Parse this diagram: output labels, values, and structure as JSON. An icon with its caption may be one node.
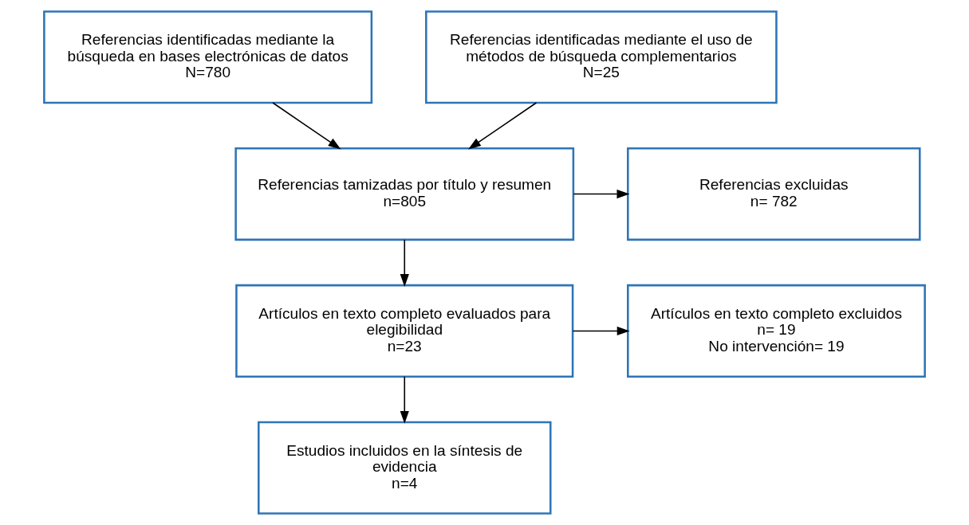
{
  "diagram": {
    "nodes": [
      {
        "text": [
          "Referencias identificadas mediante la búsqueda en bases electrónicas de datos",
          "N=780"
        ]
      },
      {
        "text": [
          "Referencias identificadas mediante el uso de métodos de búsqueda complementarios",
          "N=25"
        ]
      },
      {
        "text": [
          "Referencias tamizadas por título y resumen",
          "n=805"
        ]
      },
      {
        "text": [
          "Referencias excluidas",
          "n= 782"
        ]
      },
      {
        "text": [
          "Artículos en texto completo evaluados para elegibilidad",
          "n=23"
        ]
      },
      {
        "text": [
          "Artículos en texto completo excluidos",
          "n= 19",
          "No intervención= 19"
        ]
      },
      {
        "text": [
          "Estudios incluidos en la síntesis de evidencia",
          "n=4"
        ]
      }
    ],
    "edges": [
      {
        "from": 0,
        "to": 2,
        "arrow": "to"
      },
      {
        "from": 1,
        "to": 2,
        "arrow": "to"
      },
      {
        "from": 2,
        "to": 3,
        "arrow": "to"
      },
      {
        "from": 2,
        "to": 4,
        "arrow": "to"
      },
      {
        "from": 4,
        "to": 5,
        "arrow": "to"
      },
      {
        "from": 4,
        "to": 6,
        "arrow": "to"
      }
    ]
  }
}
